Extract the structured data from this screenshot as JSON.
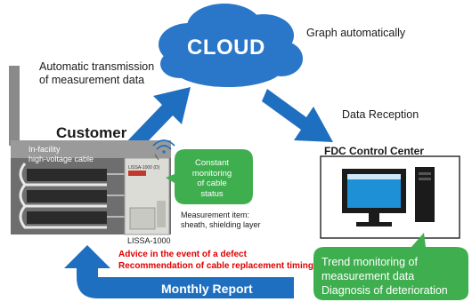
{
  "cloud": {
    "label": "CLOUD",
    "caption": "Graph automatically"
  },
  "customer": {
    "title": "Customer",
    "transmission_label": [
      "Automatic transmission",
      "of measurement data"
    ],
    "facility_label": [
      "In-facility",
      "high-voltage cable"
    ],
    "device_name": "LISSA-1000",
    "device_panel_text": "LISSA-1000 (D)",
    "monitoring_bubble": [
      "Constant",
      "monitoring",
      "of cable",
      "status"
    ],
    "measurement_item": [
      "Measurement item:",
      "sheath, shielding layer"
    ]
  },
  "fdc": {
    "title": "FDC Control Center",
    "reception_label": "Data Reception",
    "trend_bubble": [
      "Trend monitoring of",
      "measurement data",
      "Diagnosis of deterioration"
    ]
  },
  "report": {
    "label": "Monthly Report",
    "advice_lines": [
      "Advice in the event of a defect",
      "Recommendation of cable replacement timing"
    ]
  },
  "colors": {
    "arrow_blue": "#1f6fc0",
    "cloud_blue": "#2a76c8",
    "bubble_green": "#3fae4f",
    "advice_red": "#e00000",
    "monitor_blue": "#1e90d6"
  }
}
